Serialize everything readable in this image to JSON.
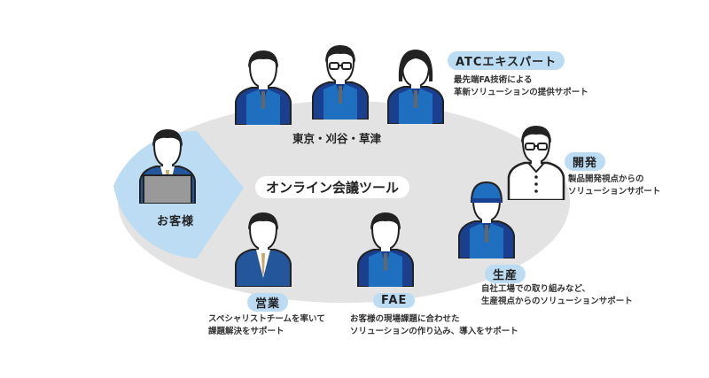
{
  "center_label": "オンライン会議ツール",
  "location_label": "東京・刈谷・草津",
  "customer": {
    "label": "お客様"
  },
  "roles": [
    {
      "id": "atc",
      "label": "ATCエキスパート",
      "lines": [
        "最先端FA技術による",
        "革新ソリューションの提供サポート"
      ]
    },
    {
      "id": "dev",
      "label": "開発",
      "lines": [
        "製品開発視点からの",
        "ソリューションサポート"
      ]
    },
    {
      "id": "prod",
      "label": "生産",
      "lines": [
        "自社工場での取り組みなど、",
        "生産視点からのソリューションサポート"
      ]
    },
    {
      "id": "fae",
      "label": "FAE",
      "lines": [
        "お客様の現場課題に合わせた",
        "ソリューションの作り込み、導入をサポート"
      ]
    },
    {
      "id": "sales",
      "label": "営業",
      "lines": [
        "スペシャリストチームを率いて",
        "課題解決をサポート"
      ]
    }
  ],
  "colors": {
    "ellipse": "#e3e3e3",
    "customer_sector": "#bcdcf3",
    "pill": "#bcdcf3",
    "vest": "#1e6fc0",
    "vest_dark": "#1b3f8f",
    "suit": "#23569a"
  }
}
